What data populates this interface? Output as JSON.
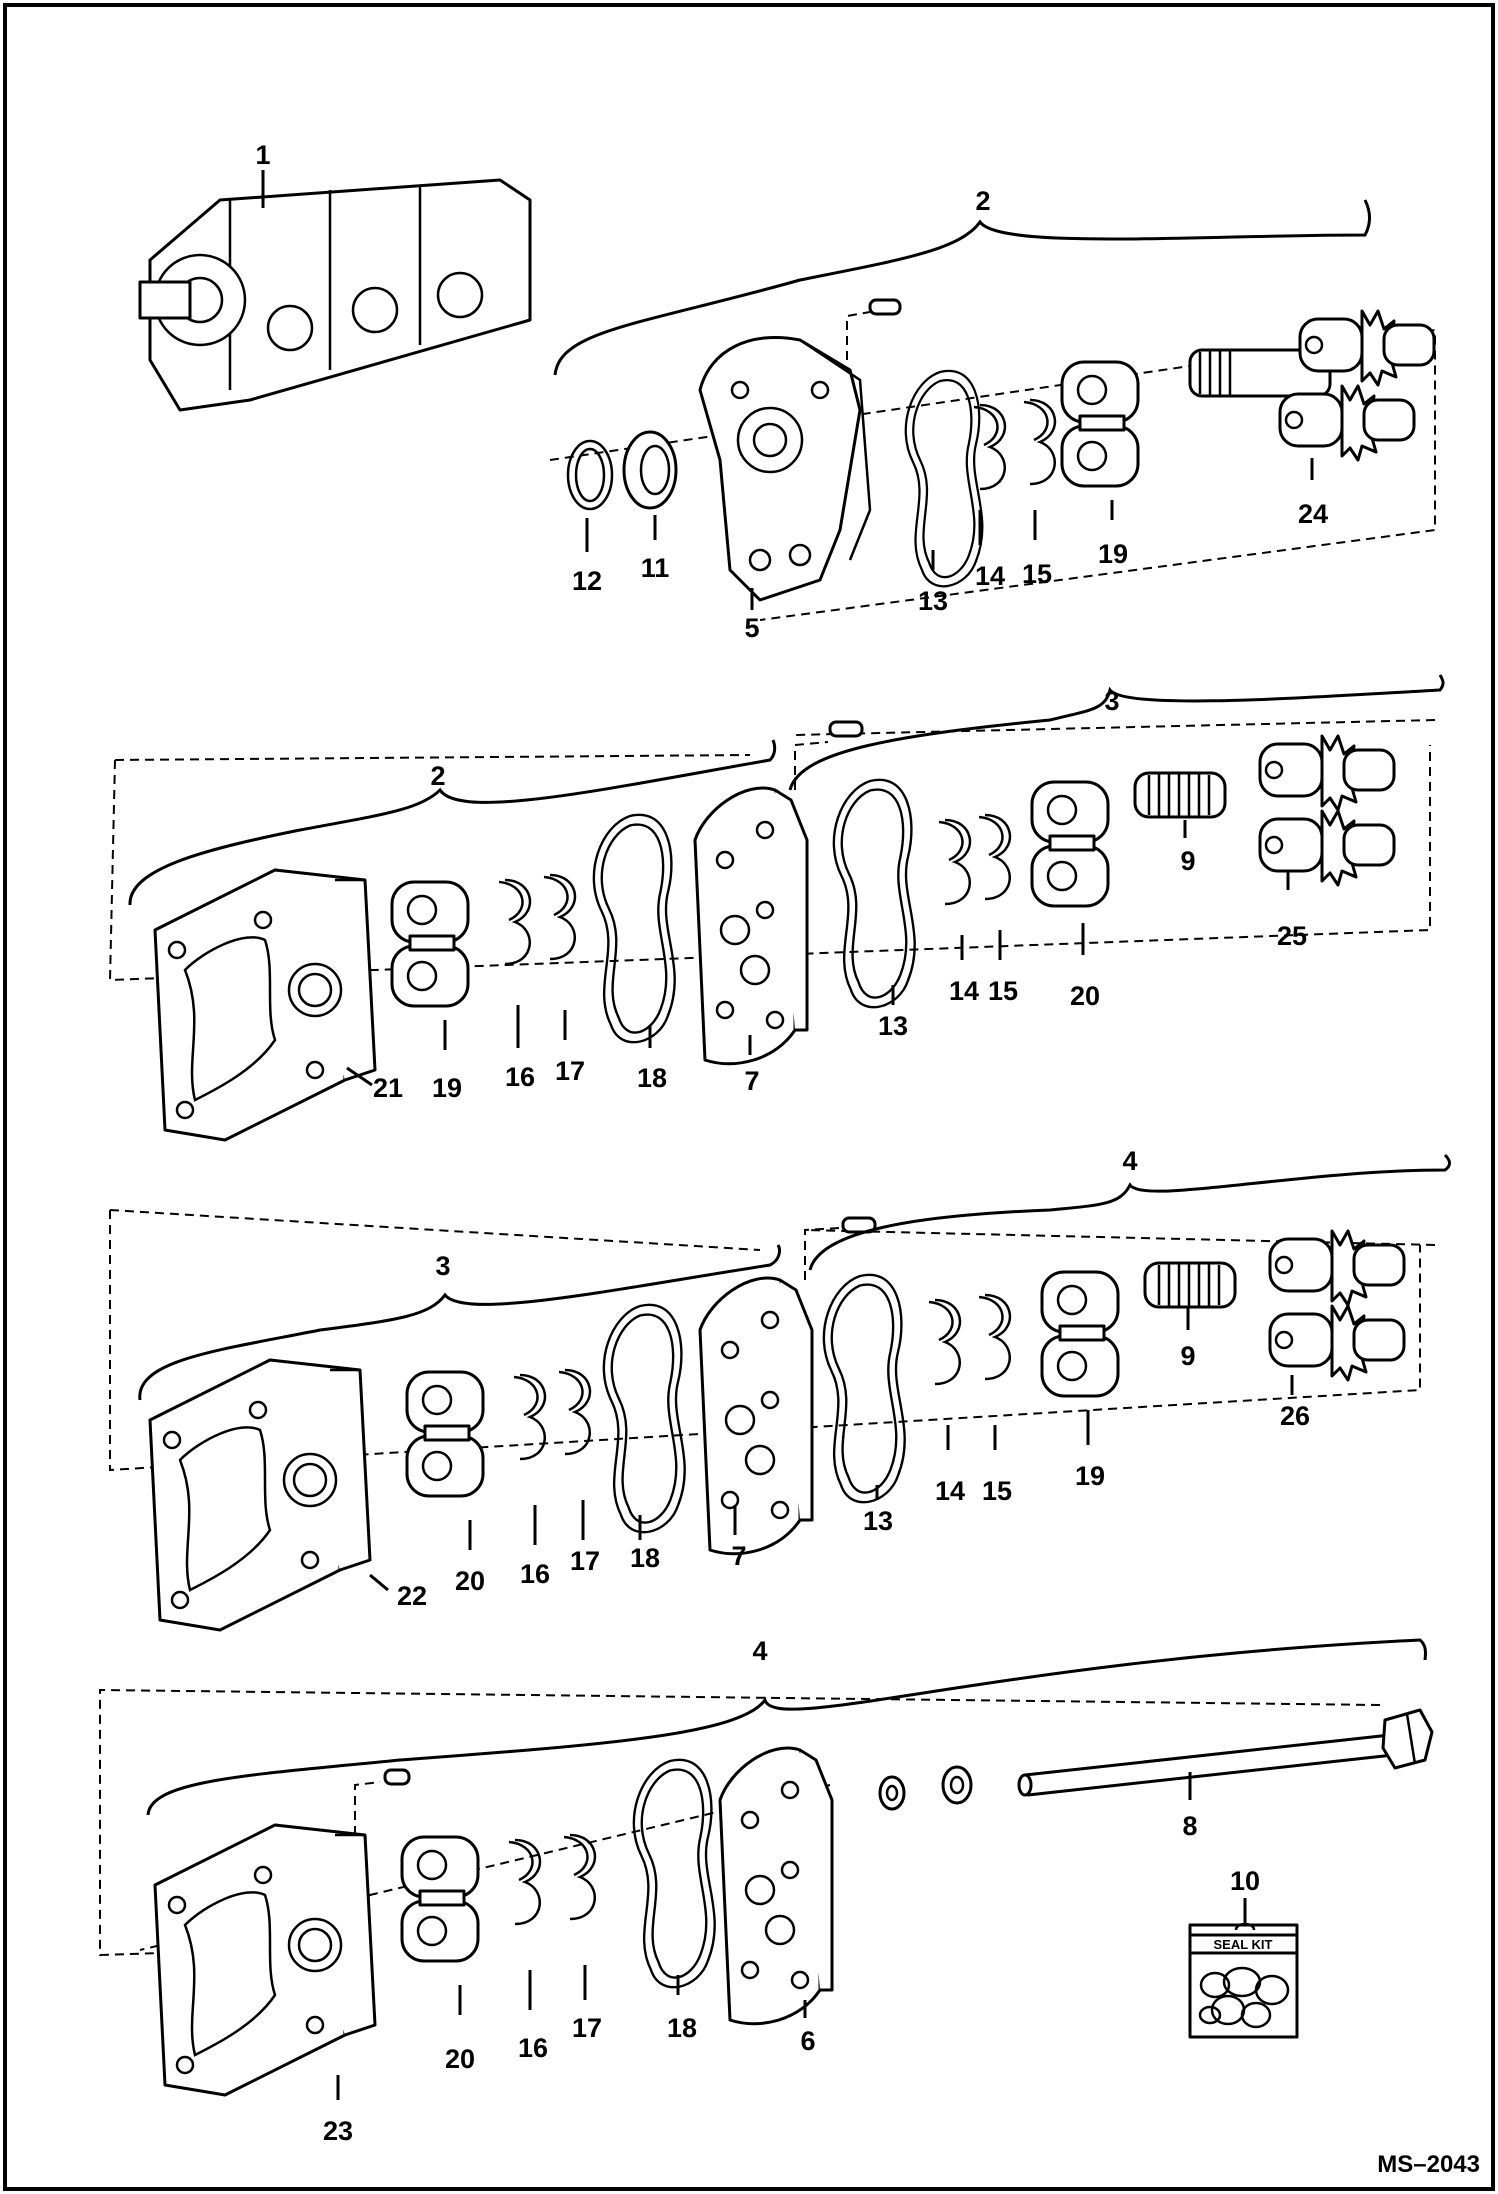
{
  "drawing_ref": "MS–2043",
  "seal_kit_label": "SEAL KIT",
  "callouts": {
    "row1": {
      "pump": "1",
      "group": "2",
      "p12": "12",
      "p11": "11",
      "p5": "5",
      "p13": "13",
      "p14": "14",
      "p15": "15",
      "p19": "19",
      "p24": "24"
    },
    "row2": {
      "group_left": "2",
      "group_right": "3",
      "p21": "21",
      "p19": "19",
      "p16": "16",
      "p17": "17",
      "p18": "18",
      "p7": "7",
      "p13": "13",
      "p14": "14",
      "p15": "15",
      "p20": "20",
      "p9": "9",
      "p25": "25"
    },
    "row3": {
      "group_left": "3",
      "group_right": "4",
      "p22": "22",
      "p20": "20",
      "p16": "16",
      "p17": "17",
      "p18": "18",
      "p7": "7",
      "p13": "13",
      "p14": "14",
      "p15": "15",
      "p19": "19",
      "p9": "9",
      "p26": "26"
    },
    "row4": {
      "group": "4",
      "p23": "23",
      "p20": "20",
      "p16": "16",
      "p17": "17",
      "p18": "18",
      "p6": "6",
      "p8": "8",
      "p10": "10"
    }
  }
}
